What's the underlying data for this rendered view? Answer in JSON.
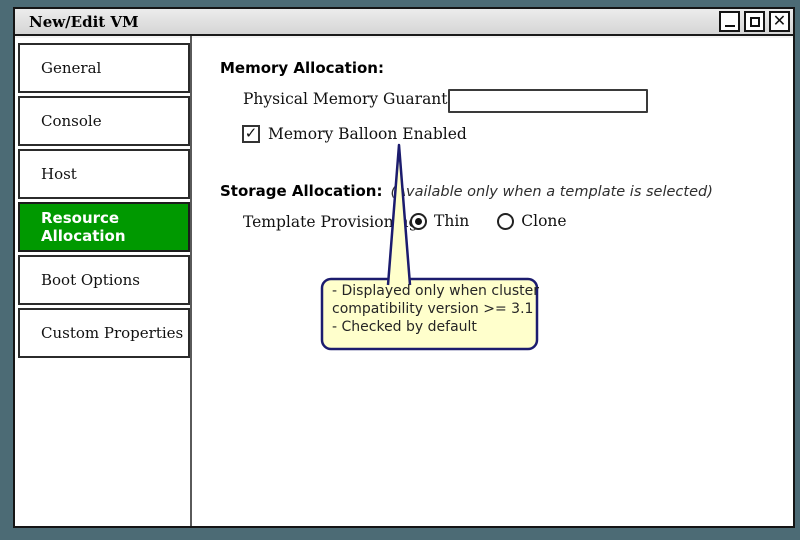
{
  "window": {
    "title": "New/Edit VM"
  },
  "icons": {
    "minimize": "_",
    "maximize": "□",
    "close": "✕",
    "check": "✓"
  },
  "sidebar": {
    "items": [
      {
        "label": "General",
        "selected": false
      },
      {
        "label": "Console",
        "selected": false
      },
      {
        "label": "Host",
        "selected": false
      },
      {
        "label": "Resource Allocation",
        "selected": true
      },
      {
        "label": "Boot Options",
        "selected": false
      },
      {
        "label": "Custom Properties",
        "selected": false
      }
    ]
  },
  "main": {
    "memory_section": {
      "heading": "Memory Allocation:",
      "physical_memory_label": "Physical Memory Guaranteed",
      "physical_memory_value": "",
      "balloon_checkbox": {
        "label": "Memory Balloon Enabled",
        "checked": true
      }
    },
    "storage_section": {
      "heading": "Storage Allocation:",
      "note": "(Available only when a template is selected)",
      "template_provisioning_label": "Template Provisioning",
      "options": [
        {
          "label": "Thin",
          "selected": true
        },
        {
          "label": "Clone",
          "selected": false
        }
      ]
    }
  },
  "callout": {
    "lines": [
      "- Displayed only when cluster",
      "compatibility version >= 3.1",
      "- Checked by default"
    ]
  },
  "colors": {
    "desktop_bg": "#4c6b75",
    "titlebar_bg": "#dddddd",
    "selected_tab_bg": "#009900",
    "selected_tab_text": "#ffffff",
    "callout_fill": "#ffffcc",
    "callout_border": "#1c1c6e"
  }
}
